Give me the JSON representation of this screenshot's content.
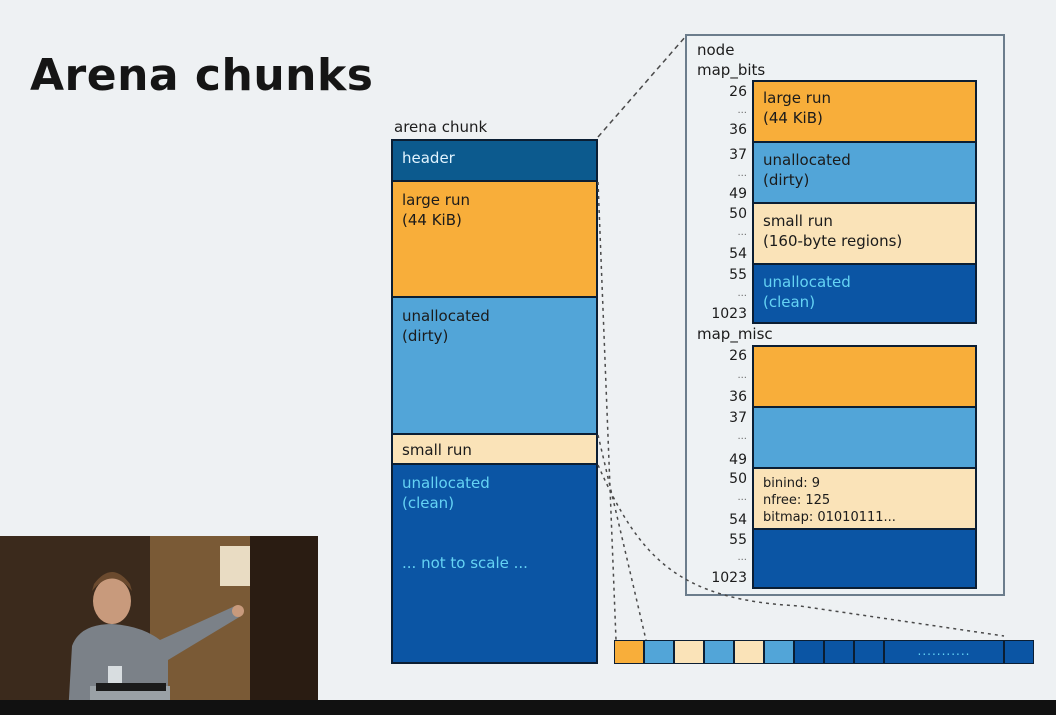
{
  "slide": {
    "title": "Arena chunks"
  },
  "arena_chunk": {
    "label": "arena chunk",
    "blocks": [
      {
        "name": "header",
        "text": "header",
        "color": "#0c5a8e"
      },
      {
        "name": "large-run",
        "text": "large run\n(44 KiB)",
        "color": "#f8ae3a"
      },
      {
        "name": "unallocated-dirty",
        "text": "unallocated\n(dirty)",
        "color": "#52a5d8"
      },
      {
        "name": "small-run",
        "text": "small run",
        "color": "#fae3b8"
      },
      {
        "name": "unallocated-clean",
        "text": "unallocated\n(clean)",
        "color": "#0b55a4"
      }
    ],
    "note": "... not to scale ..."
  },
  "node": {
    "label": "node",
    "map_bits": {
      "label": "map_bits",
      "rows": [
        {
          "start": "26",
          "end": "36",
          "text": "large run\n(44 KiB)"
        },
        {
          "start": "37",
          "end": "49",
          "text": "unallocated\n(dirty)"
        },
        {
          "start": "50",
          "end": "54",
          "text": "small run\n(160-byte regions)"
        },
        {
          "start": "55",
          "end": "1023",
          "text": "unallocated\n(clean)"
        }
      ]
    },
    "map_misc": {
      "label": "map_misc",
      "rows": [
        {
          "start": "26",
          "end": "36",
          "text": ""
        },
        {
          "start": "37",
          "end": "49",
          "text": ""
        },
        {
          "start": "50",
          "end": "54",
          "text": "binind: 9\nnfree: 125\nbitmap: 01010111..."
        },
        {
          "start": "55",
          "end": "1023",
          "text": ""
        }
      ]
    },
    "ellipsis": "..."
  },
  "map_strip": {
    "colors": [
      "#f8ae3a",
      "#52a5d8",
      "#fae3b8",
      "#52a5d8",
      "#fae3b8",
      "#52a5d8",
      "#0b55a4",
      "#0b55a4",
      "#0b55a4",
      "#0b55a4",
      "#0b55a4"
    ],
    "ellipsis": "..........."
  },
  "colors": {
    "header": "#0c5a8e",
    "orange": "#f8ae3a",
    "dirty": "#52a5d8",
    "small": "#fae3b8",
    "clean": "#0b55a4"
  }
}
